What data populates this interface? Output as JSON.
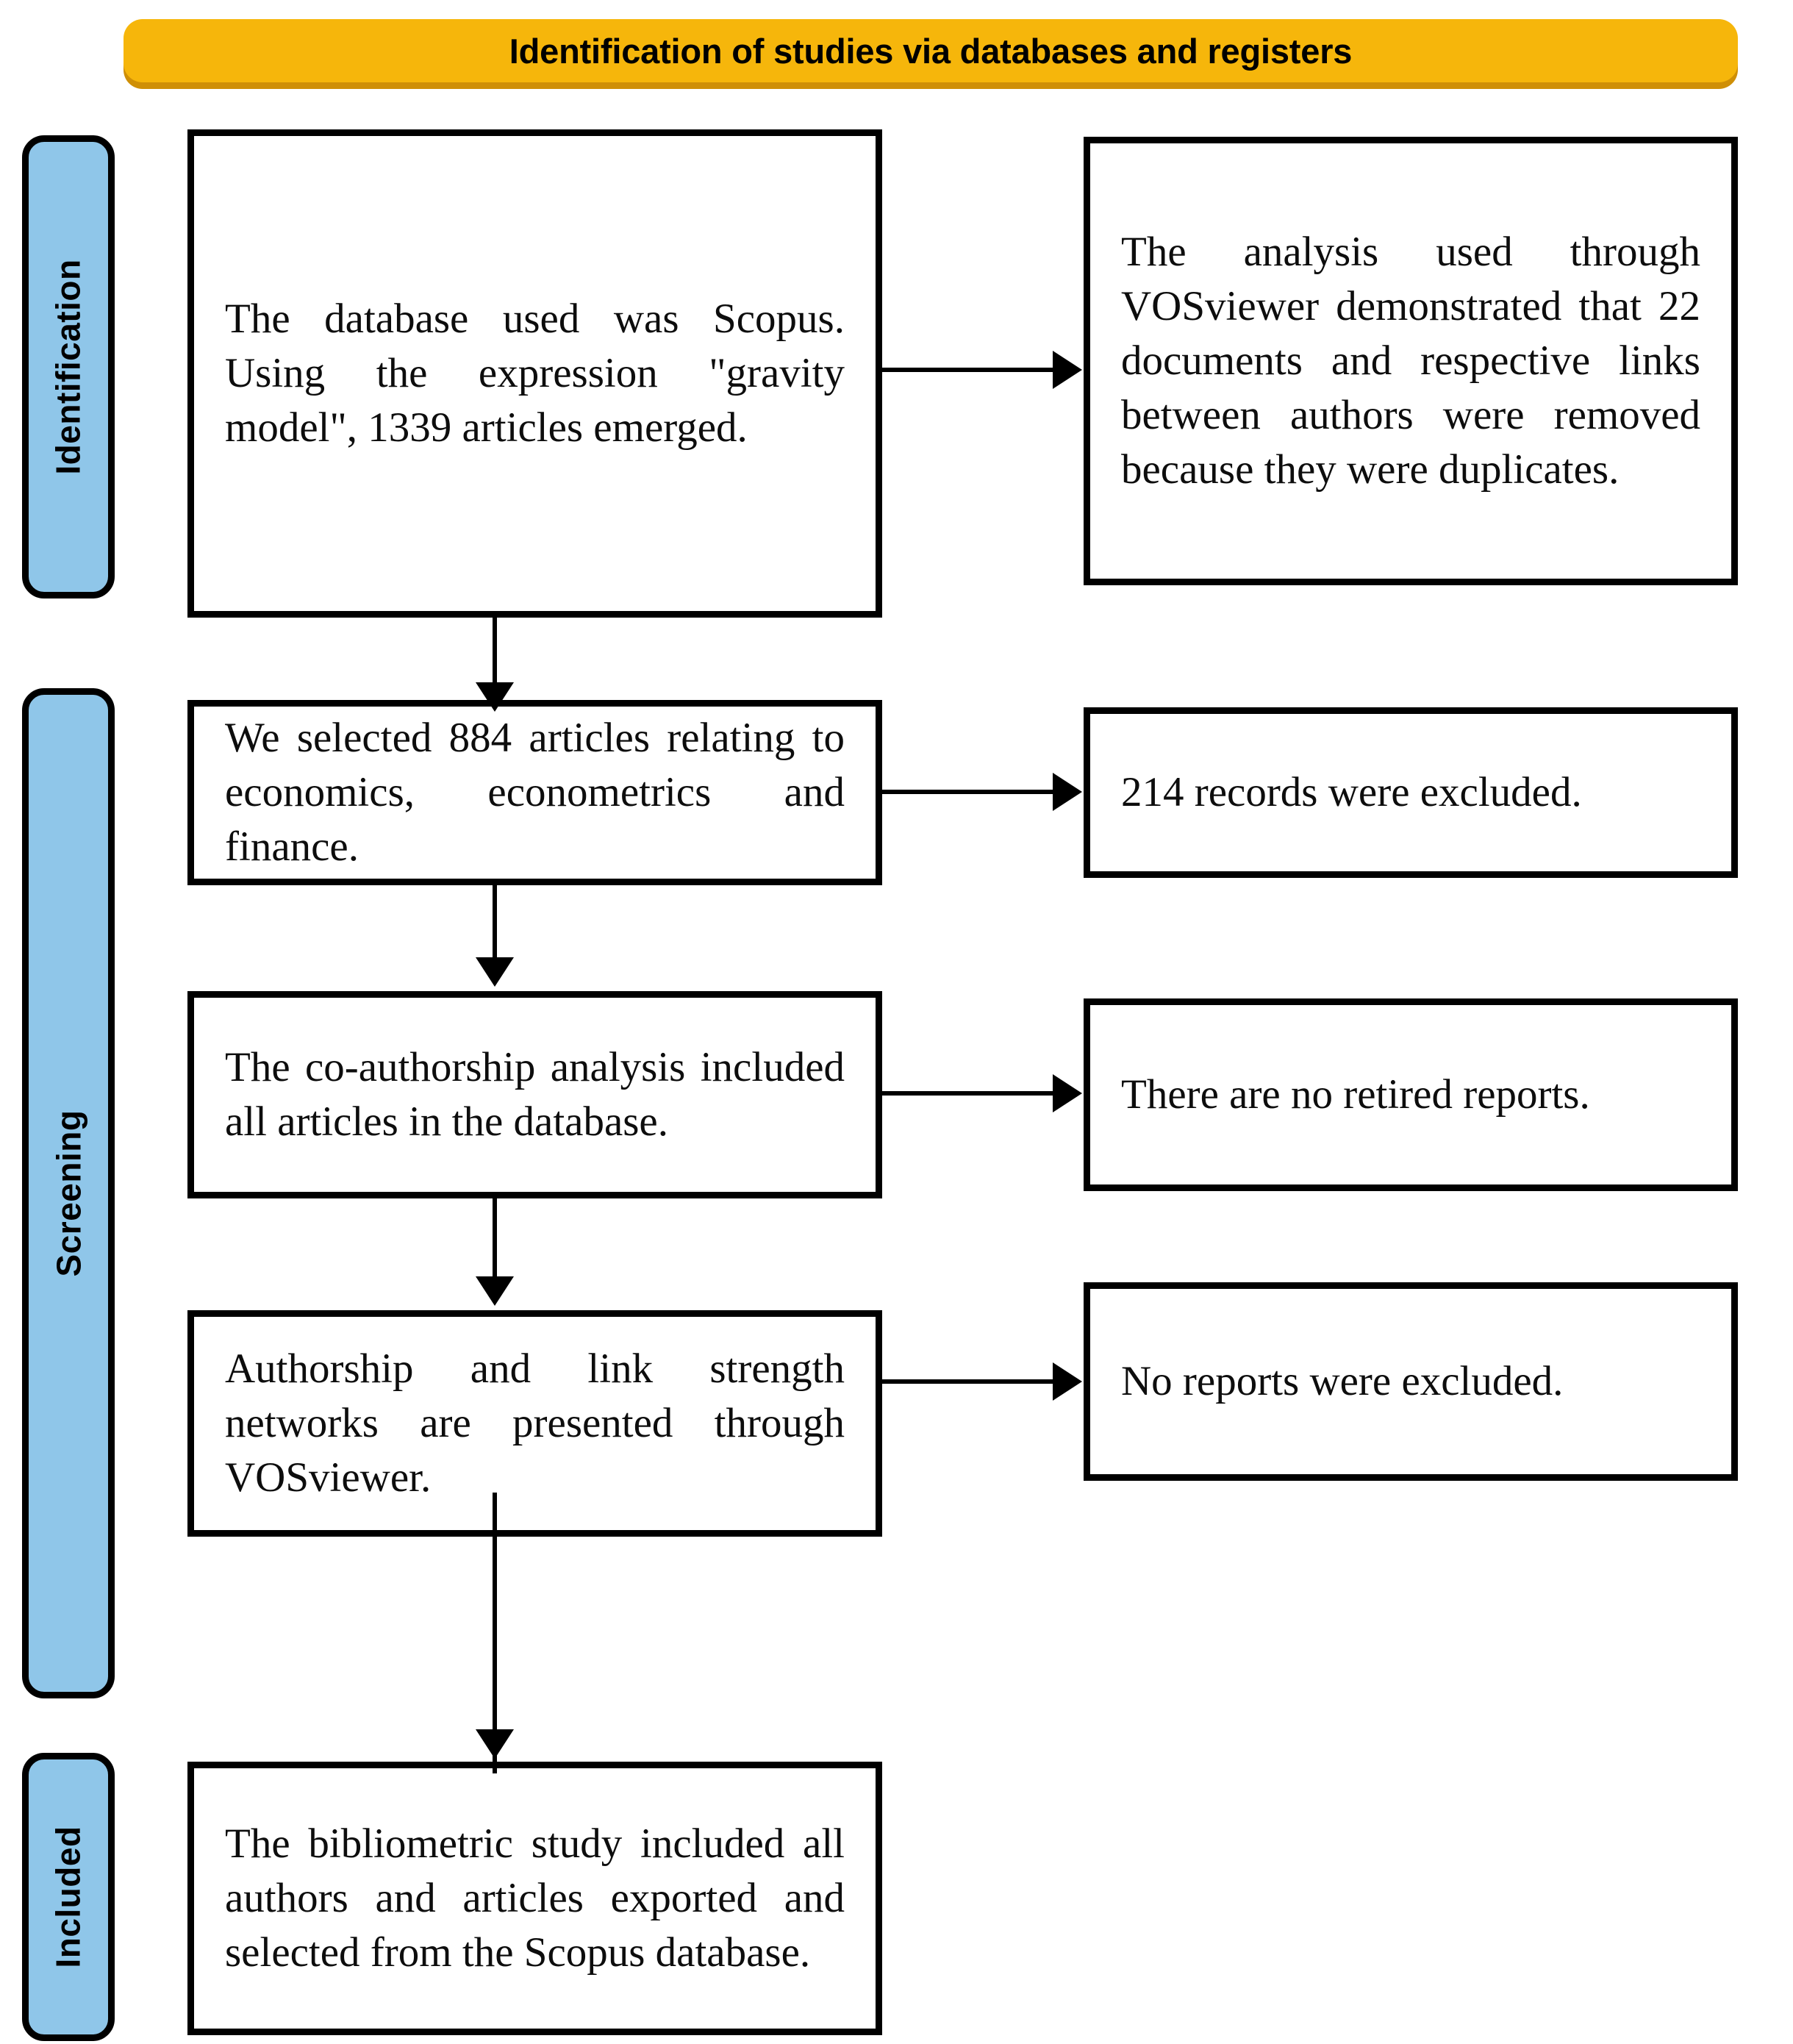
{
  "header": {
    "title": "Identification of studies via databases and registers",
    "background_color": "#F6B60B",
    "shadow_color": "#CF8F06",
    "text_color": "#000000"
  },
  "rails": {
    "fill_color": "#8FC6E9",
    "border_color": "#000000",
    "items": [
      {
        "id": "identification",
        "label": "Identification"
      },
      {
        "id": "screening",
        "label": "Screening"
      },
      {
        "id": "included",
        "label": "Included"
      }
    ]
  },
  "flow": {
    "box_border_color": "#000000",
    "box_fill_color": "#FFFFFF",
    "boxes": [
      {
        "id": "records-identified",
        "phase": "identification",
        "column": "left",
        "text": "The database used was Scopus. Using the expression \"gravity model\", 1339 articles emerged."
      },
      {
        "id": "duplicates-removed",
        "phase": "identification",
        "column": "right",
        "text": "The analysis used through VOSviewer demonstrated that 22 documents and respective links between authors were removed because they were duplicates."
      },
      {
        "id": "records-screened",
        "phase": "screening",
        "column": "left",
        "text": "We selected 884 articles relating to economics, econometrics and finance."
      },
      {
        "id": "records-excluded",
        "phase": "screening",
        "column": "right",
        "text": "214 records were excluded."
      },
      {
        "id": "reports-sought",
        "phase": "screening",
        "column": "left",
        "text": "The co-authorship analysis included all articles in the database."
      },
      {
        "id": "reports-not-retrieved",
        "phase": "screening",
        "column": "right",
        "text": "There are no retired reports."
      },
      {
        "id": "reports-assessed",
        "phase": "screening",
        "column": "left",
        "text": "Authorship and link strength networks are presented through VOSviewer."
      },
      {
        "id": "reports-excluded",
        "phase": "screening",
        "column": "right",
        "text": "No reports were excluded."
      },
      {
        "id": "studies-included",
        "phase": "included",
        "column": "left",
        "text": "The bibliometric study included all authors and articles exported and selected from the Scopus database."
      }
    ]
  },
  "numbers": {
    "articles_emerged": 1339,
    "documents_removed": 22,
    "articles_selected": 884,
    "records_excluded": 214,
    "retired_reports": 0,
    "reports_excluded": 0
  }
}
